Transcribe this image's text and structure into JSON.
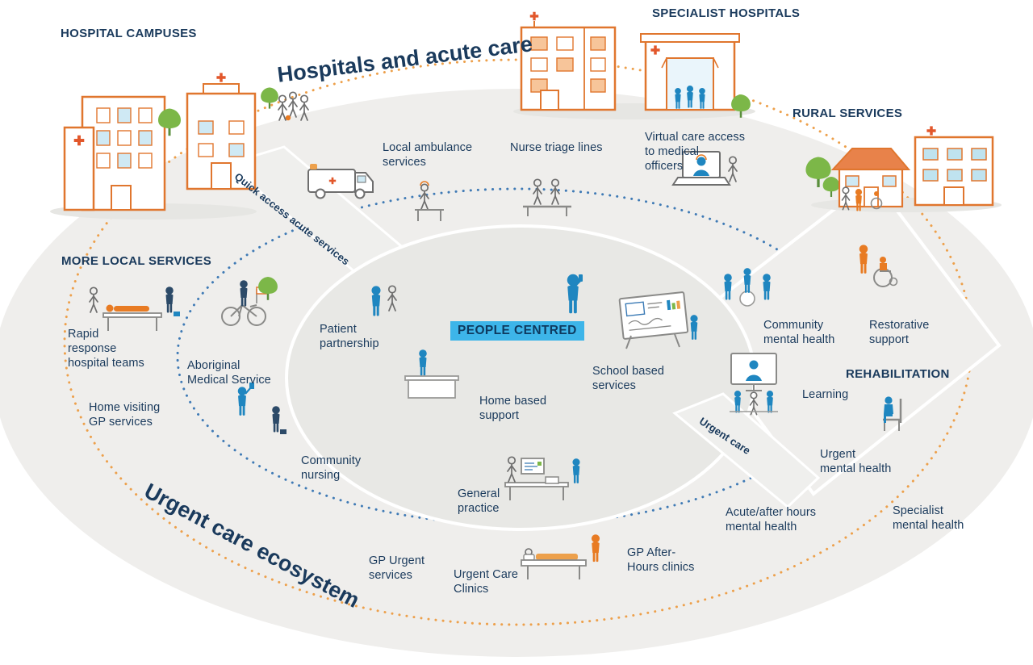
{
  "headings": {
    "hospital_campuses": "HOSPITAL CAMPUSES",
    "specialist_hospitals": "SPECIALIST HOSPITALS",
    "rural_services": "RURAL SERVICES",
    "more_local_services": "MORE LOCAL SERVICES",
    "rehabilitation": "REHABILITATION"
  },
  "zones": {
    "hospitals_acute_care": "Hospitals and acute care",
    "urgent_care_ecosystem": "Urgent care ecosystem",
    "quick_access_acute_services": "Quick access acute services",
    "urgent_care": "Urgent care",
    "people_centred": "PEOPLE CENTRED"
  },
  "services": {
    "local_ambulance": "Local ambulance\nservices",
    "nurse_triage": "Nurse triage lines",
    "virtual_care": "Virtual care access\nto medical\nofficers",
    "patient_partnership": "Patient\npartnership",
    "school_based": "School based\nservices",
    "home_based": "Home based\nsupport",
    "community_mental_health": "Community\nmental health",
    "restorative_support": "Restorative\nsupport",
    "learning": "Learning",
    "urgent_mental_health": "Urgent\nmental health",
    "rapid_response": "Rapid\nresponse\nhospital teams",
    "aboriginal_medical_service": "Aboriginal\nMedical Service",
    "home_visiting_gp": "Home visiting\nGP services",
    "community_nursing": "Community\nnursing",
    "general_practice": "General\npractice",
    "acute_after_hours_mental_health": "Acute/after hours\nmental health",
    "specialist_mental_health": "Specialist\nmental health",
    "gp_urgent": "GP Urgent\nservices",
    "urgent_care_clinics": "Urgent Care\nClinics",
    "gp_after_hours": "GP After-\nHours clinics"
  },
  "colors": {
    "navy_text": "#1a3a5c",
    "orange": "#e0762e",
    "orange_dotted": "#eda04b",
    "blue_dotted": "#3f7ab5",
    "highlight_blue": "#3db5e9",
    "figure_blue": "#1f86c0",
    "figure_orange": "#e87b23",
    "green": "#7cb748",
    "outer_gray": "#efeeec",
    "inner_gray": "#e8e8e5"
  },
  "icons": [
    "ambulance-icon",
    "people-group-icon",
    "nurse-triage-icon",
    "waiting-bench-icon",
    "virtual-care-laptop-icon",
    "patient-partnership-icon",
    "person-centred-figure-icon",
    "home-based-support-icon",
    "school-whiteboard-icon",
    "community-mental-health-icon",
    "wheelchair-support-icon",
    "learning-screen-icon",
    "urgent-mental-health-chair-icon",
    "rapid-response-table-icon",
    "bicycle-icon",
    "community-nursing-icon",
    "general-practice-desk-icon",
    "urgent-care-bed-icon",
    "hospital-campus-buildings-icon",
    "specialist-hospital-buildings-icon",
    "rural-services-buildings-icon",
    "tree-icon"
  ]
}
